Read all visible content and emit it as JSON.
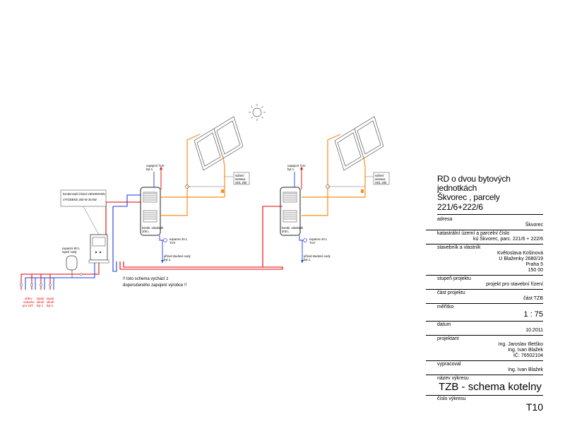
{
  "diagram": {
    "labels": {
      "hot_water_supply_1": "napojení TUV",
      "hot_water_supply_2": "byt 1.",
      "hot_water_supply_b_1": "napojení TUV",
      "hot_water_supply_b_2": "byt 1.",
      "solar_station_1": "solární",
      "solar_station_2": "sestava",
      "solar_station_3": "SOL 200",
      "tank_1": "kombi. zásobník",
      "tank_2": "200 L",
      "expansion_small_1": "expanze 20 L",
      "expansion_small_2": "TUV",
      "cold_water_1": "přívod studené vody",
      "cold_water_2": "byt 1.",
      "boiler_1": "kondenzační kotel VIESSMANN",
      "boiler_2": "VITODENS 200-W 35 kW",
      "expansion_big_1": "expanze 80 L",
      "expansion_big_2": "topné vody",
      "outlet_1": "ohřev",
      "outlet_2": "vzduchu",
      "outlet_3": "pro VZT",
      "heating_1": "topný",
      "heating_2": "okruh",
      "heating_3a": "byt 1.",
      "heating_3b": "byt 2.",
      "note_1": "!! toto schema vychází z",
      "note_2": "doporučeného zapojení výrobce !!"
    }
  },
  "title_block": {
    "project_title_1": "RD o dvou bytových jednotkách",
    "project_title_2": "Škvorec , parcely  221/6+222/6",
    "address_label": "adresa",
    "address_value": "Škvorec",
    "cadastre_label": "katastrální území a parcelní číslo",
    "cadastre_value": "kú Škvorec, parc. 221/6 + 222/6",
    "builder_label": "stavebník a vlastník",
    "builder_value": "Květoslava Košinová\nU Blaženky 2680/19\nPraha 5\n150 00",
    "stage_label": "stupeň projektu",
    "stage_value": "projekt pro stavební řízení",
    "part_label": "část projektu",
    "part_value": "část TZB",
    "scale_label": "měřítko",
    "scale_value": "1 : 75",
    "date_label": "datum",
    "date_value": "10.2011",
    "designer_label": "projektant",
    "designer_value": "Ing. Jaroslav Illetško\nIng. Ivan Blažek\nIČ: 76502104",
    "drawn_label": "vypracoval",
    "drawn_value": "Ing. Ivan Blažek",
    "name_label": "název výkresu",
    "name_value": "TZB - schema kotelny",
    "number_label": "číslo výkresu",
    "number_value": "T10"
  }
}
